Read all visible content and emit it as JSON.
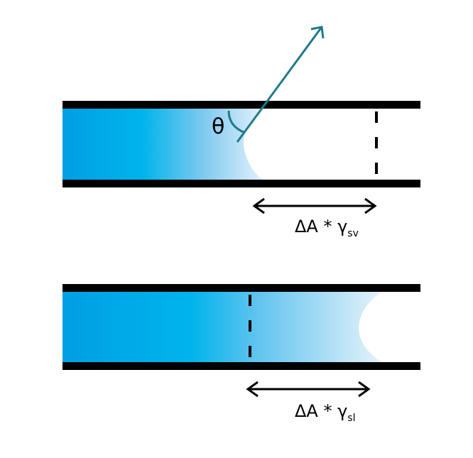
{
  "top_panel": {
    "angle_label": "θ",
    "energy_label_main": "ΔA * γ",
    "energy_label_sub": "sv"
  },
  "bottom_panel": {
    "energy_label_main": "ΔA * γ",
    "energy_label_sub": "sl"
  },
  "colors": {
    "wall": "#000000",
    "fluid_dark": "#009fe3",
    "fluid_mid": "#00b4eb",
    "fluid_light": "#ddeefa",
    "contact_vector": "#1f7a8c"
  }
}
